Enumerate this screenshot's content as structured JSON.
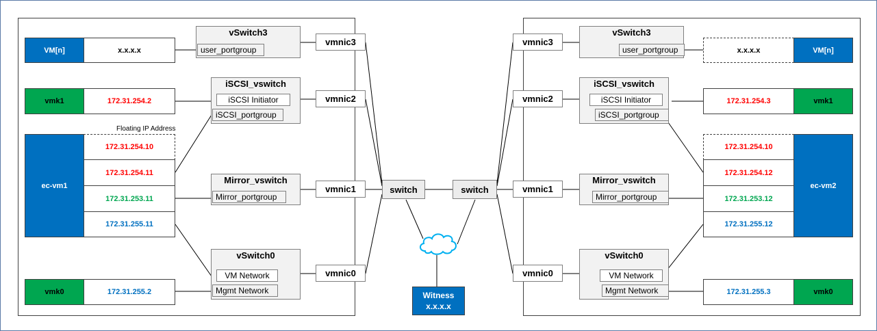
{
  "colors": {
    "red_ip": "#ff0000",
    "green_ip": "#00a650",
    "blue_ip": "#0070c0",
    "vm_blue": "#0070c0",
    "vmk_green": "#00a650",
    "cloud": "#00b0f0"
  },
  "left_host": {
    "vm_n": {
      "label": "VM[n]",
      "ip": "x.x.x.x"
    },
    "vmk1": {
      "label": "vmk1",
      "ip": "172.31.254.2"
    },
    "floating_ip_label": "Floating IP Address",
    "ec_vm": {
      "label": "ec-vm1",
      "ips": [
        "172.31.254.10",
        "172.31.254.11",
        "172.31.253.11",
        "172.31.255.11"
      ]
    },
    "vmk0": {
      "label": "vmk0",
      "ip": "172.31.255.2"
    },
    "vswitch3": {
      "title": "vSwitch3",
      "pg": "user_portgroup"
    },
    "iscsi": {
      "title": "iSCSI_vswitch",
      "initiator": "iSCSI Initiator",
      "pg": "iSCSI_portgroup"
    },
    "mirror": {
      "title": "Mirror_vswitch",
      "pg": "Mirror_portgroup"
    },
    "vswitch0": {
      "title": "vSwitch0",
      "pg1": "VM Network",
      "pg2": "Mgmt Network"
    },
    "vmnics": [
      "vmnic3",
      "vmnic2",
      "vmnic1",
      "vmnic0"
    ]
  },
  "right_host": {
    "vm_n": {
      "label": "VM[n]",
      "ip": "x.x.x.x"
    },
    "vmk1": {
      "label": "vmk1",
      "ip": "172.31.254.3"
    },
    "ec_vm": {
      "label": "ec-vm2",
      "ips": [
        "172.31.254.10",
        "172.31.254.12",
        "172.31.253.12",
        "172.31.255.12"
      ]
    },
    "vmk0": {
      "label": "vmk0",
      "ip": "172.31.255.3"
    },
    "vswitch3": {
      "title": "vSwitch3",
      "pg": "user_portgroup"
    },
    "iscsi": {
      "title": "iSCSI_vswitch",
      "initiator": "iSCSI Initiator",
      "pg": "iSCSI_portgroup"
    },
    "mirror": {
      "title": "Mirror_vswitch",
      "pg": "Mirror_portgroup"
    },
    "vswitch0": {
      "title": "vSwitch0",
      "pg1": "VM Network",
      "pg2": "Mgmt Network"
    },
    "vmnics": [
      "vmnic3",
      "vmnic2",
      "vmnic1",
      "vmnic0"
    ]
  },
  "switches": [
    "switch",
    "switch"
  ],
  "witness": {
    "line1": "Witness",
    "line2": "x.x.x.x"
  }
}
